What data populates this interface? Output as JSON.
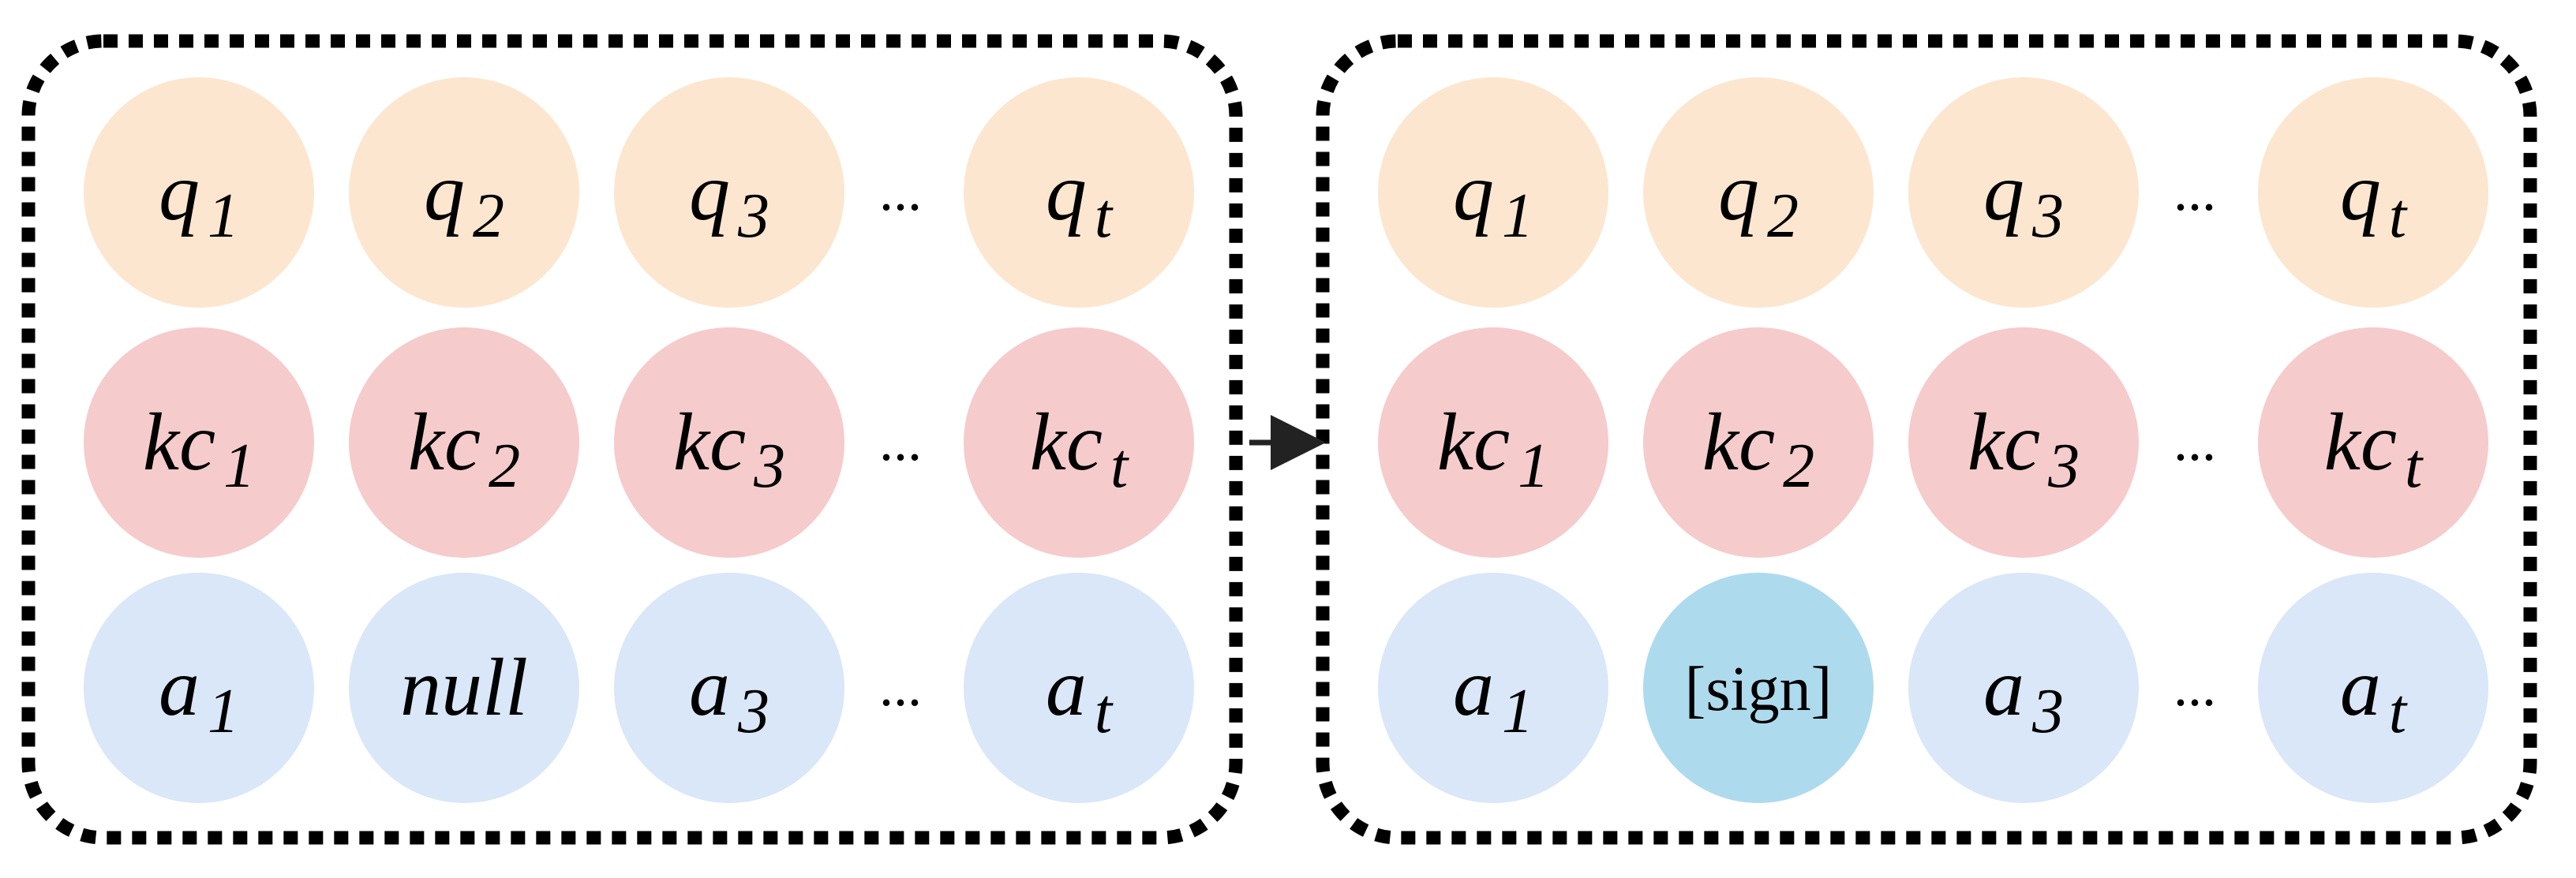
{
  "colors": {
    "question": "#FDE6CF",
    "concept": "#F6CBCB",
    "answer": "#D9E7F8",
    "sign": "#AEDAEE",
    "border": "#000000",
    "arrow": "#222222"
  },
  "ellipsis": "...",
  "panels": [
    {
      "rows": [
        {
          "kind": "question",
          "cells": [
            {
              "base": "q",
              "sub": "1"
            },
            {
              "base": "q",
              "sub": "2"
            },
            {
              "base": "q",
              "sub": "3"
            },
            {
              "base": "q",
              "sub": "t"
            }
          ]
        },
        {
          "kind": "concept",
          "cells": [
            {
              "base": "kc",
              "sub": "1"
            },
            {
              "base": "kc",
              "sub": "2"
            },
            {
              "base": "kc",
              "sub": "3"
            },
            {
              "base": "kc",
              "sub": "t"
            }
          ]
        },
        {
          "kind": "answer",
          "cells": [
            {
              "base": "a",
              "sub": "1"
            },
            {
              "base": "null",
              "sub": ""
            },
            {
              "base": "a",
              "sub": "3"
            },
            {
              "base": "a",
              "sub": "t"
            }
          ]
        }
      ]
    },
    {
      "rows": [
        {
          "kind": "question",
          "cells": [
            {
              "base": "q",
              "sub": "1"
            },
            {
              "base": "q",
              "sub": "2"
            },
            {
              "base": "q",
              "sub": "3"
            },
            {
              "base": "q",
              "sub": "t"
            }
          ]
        },
        {
          "kind": "concept",
          "cells": [
            {
              "base": "kc",
              "sub": "1"
            },
            {
              "base": "kc",
              "sub": "2"
            },
            {
              "base": "kc",
              "sub": "3"
            },
            {
              "base": "kc",
              "sub": "t"
            }
          ]
        },
        {
          "kind": "answer",
          "cells": [
            {
              "base": "a",
              "sub": "1"
            },
            {
              "base": "[sign]",
              "sub": "",
              "special": "sign"
            },
            {
              "base": "a",
              "sub": "3"
            },
            {
              "base": "a",
              "sub": "t"
            }
          ]
        }
      ]
    }
  ]
}
